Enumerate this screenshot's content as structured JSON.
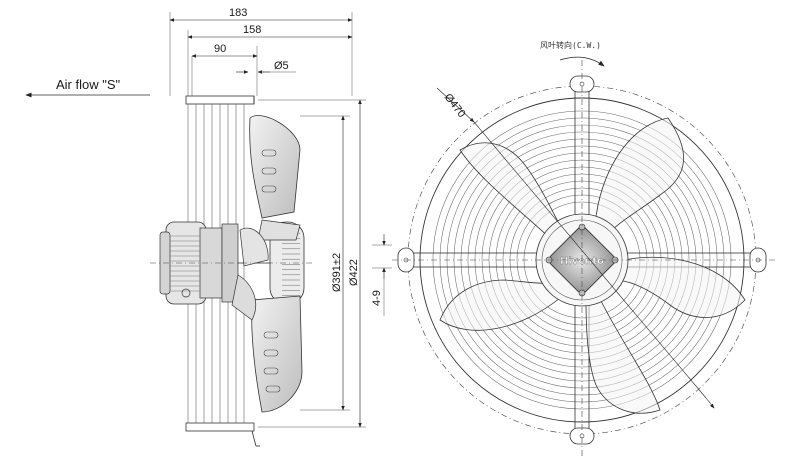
{
  "airflow": {
    "label": "Air flow \"S\""
  },
  "dimensions": {
    "width_total": "183",
    "width_guard": "158",
    "width_motor": "90",
    "hole": "Ø5",
    "blade_dia": "Ø391±2",
    "guard_dia": "Ø422",
    "mount_offset": "4-9",
    "outer_dia": "Ø470"
  },
  "rotation": {
    "label": "风叶转向(C.W.)"
  },
  "brand": {
    "label": "Hivento"
  }
}
